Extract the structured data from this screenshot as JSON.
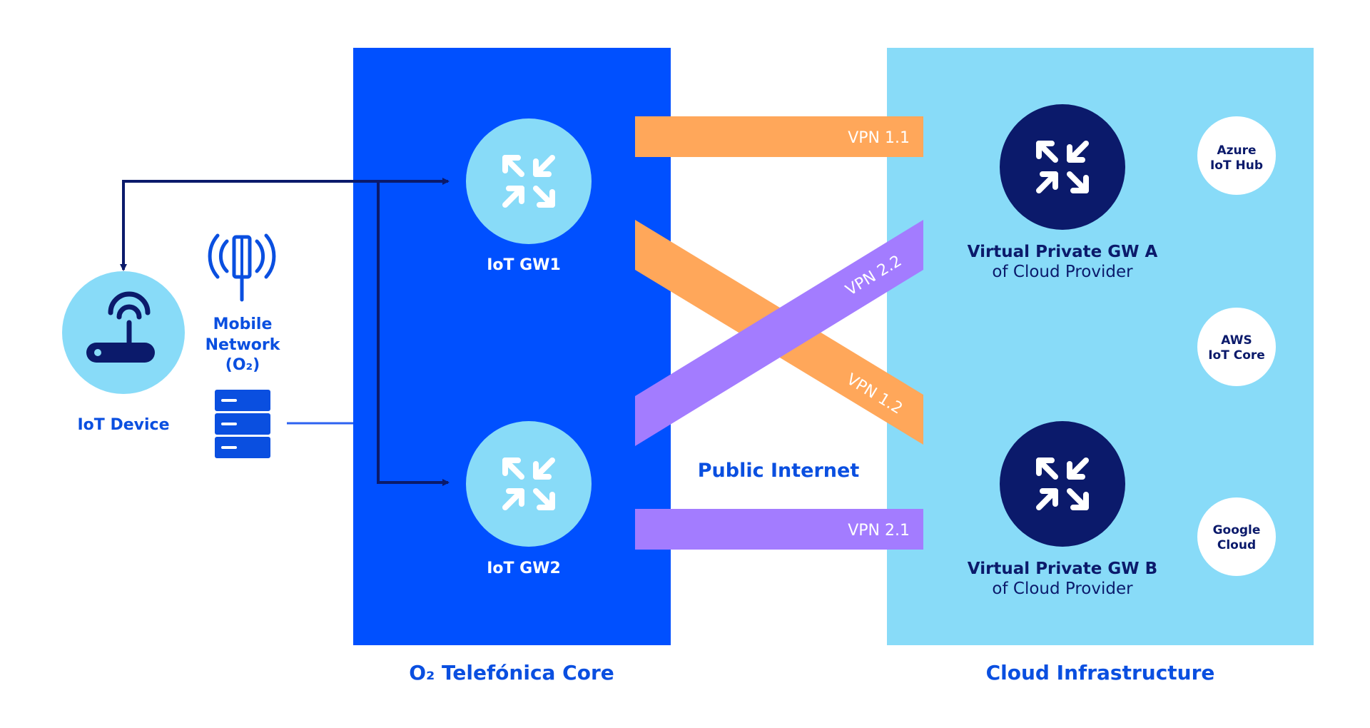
{
  "colors": {
    "core_blue": "#0050FF",
    "cloud_light": "#88DBF8",
    "gateway_light": "#88DBF8",
    "navy": "#0B1A6B",
    "vpn1": "#FFA75A",
    "vpn2": "#A37CFF",
    "label_blue": "#0A4FE0",
    "line_navy": "#0B1A6B",
    "line_blue": "#2D62F0"
  },
  "iot_device": {
    "label": "IoT Device",
    "icon": "wifi-router-icon"
  },
  "mobile_network": {
    "line1": "Mobile",
    "line2": "Network",
    "line3": "(O₂)",
    "icon": "cell-tower-icon",
    "server_icon": "server-rack-icon"
  },
  "core": {
    "title": "O₂ Telefónica Core"
  },
  "gateways": [
    {
      "label": "IoT GW1",
      "icon": "router-arrows-icon"
    },
    {
      "label": "IoT GW2",
      "icon": "router-arrows-icon"
    }
  ],
  "public_internet": {
    "label": "Public Internet"
  },
  "vpns": [
    {
      "label": "VPN 1.1"
    },
    {
      "label": "VPN 2.2"
    },
    {
      "label": "VPN 1.2"
    },
    {
      "label": "VPN 2.1"
    }
  ],
  "cloud": {
    "title": "Cloud Infrastructure",
    "gw_a": {
      "line1": "Virtual Private GW A",
      "line2": "of Cloud Provider"
    },
    "gw_b": {
      "line1": "Virtual Private GW B",
      "line2": "of Cloud Provider"
    },
    "services": [
      {
        "line1": "Azure",
        "line2": "IoT Hub"
      },
      {
        "line1": "AWS",
        "line2": "IoT Core"
      },
      {
        "line1": "Google",
        "line2": "Cloud"
      }
    ]
  }
}
